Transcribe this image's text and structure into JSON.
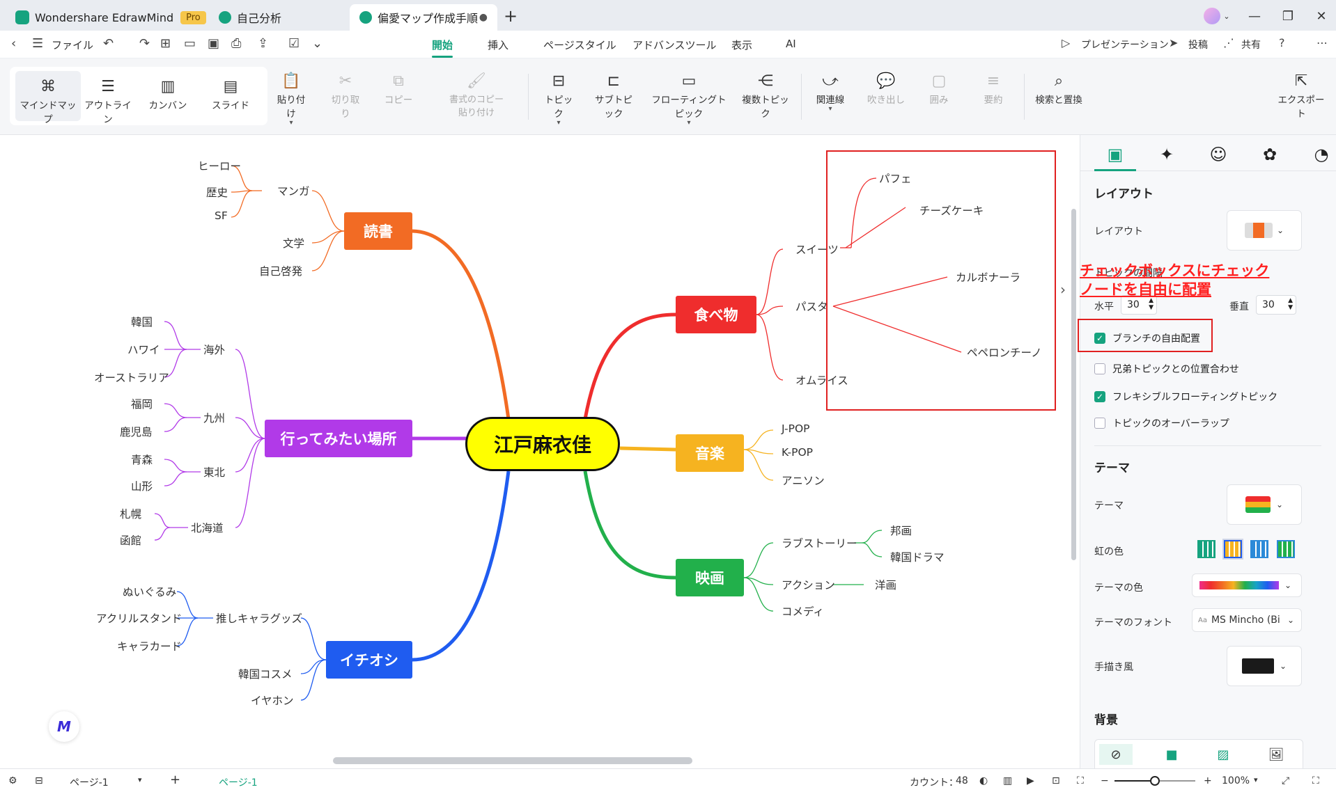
{
  "app": {
    "brand_name": "Wondershare EdrawMind",
    "pro_badge": "Pro",
    "brand_color": "#16a37f",
    "tabs": [
      {
        "label": "自己分析",
        "icon": "cloud-doc-icon"
      },
      {
        "label": "偏愛マップ作成手順",
        "icon": "cloud-doc-icon"
      }
    ]
  },
  "menu": {
    "file": "ファイル",
    "items": [
      "開始",
      "挿入",
      "ページスタイル",
      "アドバンスツール",
      "表示",
      "AI"
    ],
    "active": "開始",
    "presentation": "プレゼンテーション",
    "post": "投稿",
    "share": "共有"
  },
  "ribbon": {
    "views": [
      "マインドマップ",
      "アウトライン",
      "カンバン",
      "スライド"
    ],
    "paste": "貼り付け",
    "cut": "切り取り",
    "copy": "コピー",
    "format_copy": "書式のコピー",
    "format_paste": "貼り付け",
    "topic": "トピック",
    "subtopic": "サブトピック",
    "floating": "フローティングトピック",
    "multi": "複数トピック",
    "relation": "関連線",
    "callout": "吹き出し",
    "boundary": "囲み",
    "summary": "要約",
    "find_replace": "検索と置換",
    "export": "エクスポート"
  },
  "mindmap": {
    "central": "江戸麻衣佳",
    "branches": {
      "reading": {
        "label": "読書",
        "color": "#f26b24",
        "mid": [
          "マンガ",
          "文学",
          "自己啓発"
        ],
        "leaves": [
          "ヒーロー",
          "歴史",
          "SF"
        ]
      },
      "places": {
        "label": "行ってみたい場所",
        "color": "#b13ae8",
        "mid": [
          "海外",
          "九州",
          "東北",
          "北海道"
        ],
        "leaves": [
          "韓国",
          "ハワイ",
          "オーストラリア",
          "福岡",
          "鹿児島",
          "青森",
          "山形",
          "札幌",
          "函館"
        ]
      },
      "oshi": {
        "label": "イチオシ",
        "color": "#1f5cf0",
        "mid": [
          "推しキャラグッズ",
          "韓国コスメ",
          "イヤホン"
        ],
        "leaves": [
          "ぬいぐるみ",
          "アクリルスタンド",
          "キャラカード"
        ]
      },
      "food": {
        "label": "食べ物",
        "color": "#ef2d2d",
        "mid": [
          "スイーツ",
          "パスタ",
          "オムライス"
        ],
        "leaves": [
          "パフェ",
          "チーズケーキ",
          "カルボナーラ",
          "ペペロンチーノ"
        ]
      },
      "music": {
        "label": "音楽",
        "color": "#f6b320",
        "mid": [
          "J-POP",
          "K-POP",
          "アニソン"
        ]
      },
      "movie": {
        "label": "映画",
        "color": "#22b04b",
        "mid": [
          "ラブストーリー",
          "アクション",
          "コメディ"
        ],
        "leaves": [
          "邦画",
          "韓国ドラマ",
          "洋画"
        ]
      }
    }
  },
  "annotation": {
    "line1": "チェックボックスにチェック",
    "line2": "ノードを自由に配置"
  },
  "panel": {
    "layout_section": "レイアウト",
    "layout_label": "レイアウト",
    "spacing_label": "トピックの間隔",
    "horizontal_label": "水平",
    "horizontal_value": "30",
    "vertical_label": "垂直",
    "vertical_value": "30",
    "checkboxes": [
      {
        "label": "ブランチの自由配置",
        "checked": true
      },
      {
        "label": "兄弟トピックとの位置合わせ",
        "checked": false
      },
      {
        "label": "フレキシブルフローティングトピック",
        "checked": true
      },
      {
        "label": "トピックのオーバーラップ",
        "checked": false
      }
    ],
    "theme_section": "テーマ",
    "theme_label": "テーマ",
    "rainbow_label": "虹の色",
    "theme_color_label": "テーマの色",
    "theme_font_label": "テーマのフォント",
    "theme_font_value": "MS Mincho (Bi",
    "handdrawn_label": "手描き風",
    "background_section": "背景"
  },
  "status": {
    "page_select": "ページ-1",
    "page_tab": "ページ-1",
    "count_label": "カウント：",
    "count_value": "48",
    "zoom": "100%",
    "zoom_level": 0.5
  }
}
